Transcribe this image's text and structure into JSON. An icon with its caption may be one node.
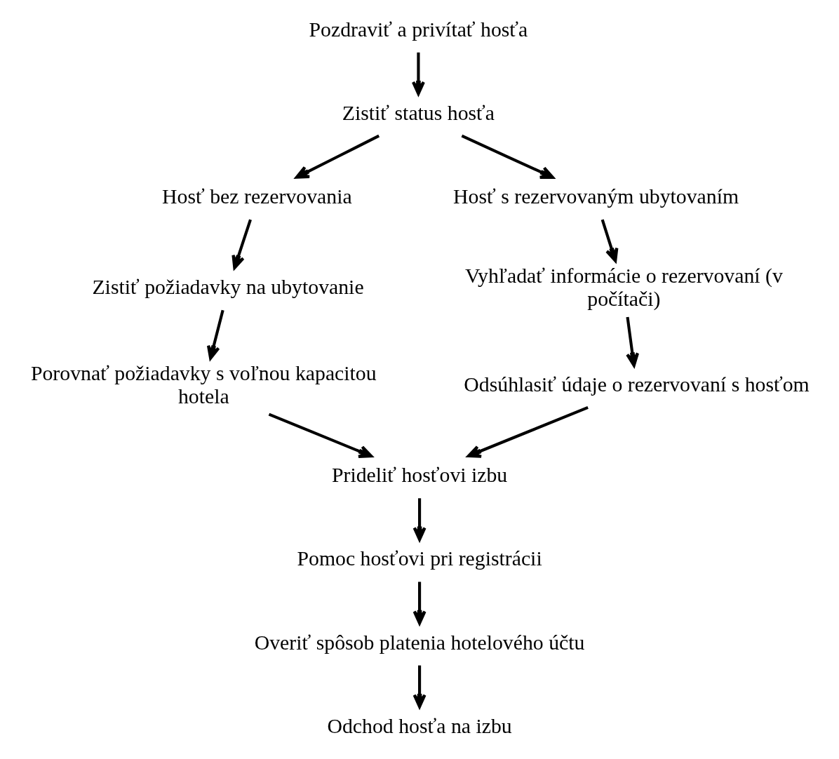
{
  "diagram": {
    "nodes": [
      {
        "text": [
          "Pozdraviť a privítať hosťa"
        ]
      },
      {
        "text": [
          "Zistiť status hosťa"
        ]
      },
      {
        "text": [
          "Hosť bez rezervovania"
        ]
      },
      {
        "text": [
          "Hosť s rezervovaným ubytovaním"
        ]
      },
      {
        "text": [
          "Zistiť požiadavky na ubytovanie"
        ]
      },
      {
        "text": [
          "Vyhľadať informácie o rezervovaní (v počítači)"
        ]
      },
      {
        "text": [
          "Porovnať požiadavky s voľnou kapacitou hotela"
        ]
      },
      {
        "text": [
          "Odsúhlasiť údaje o rezervovaní s hosťom"
        ]
      },
      {
        "text": [
          "Prideliť hosťovi izbu"
        ]
      },
      {
        "text": [
          "Pomoc hosťovi pri registrácii"
        ]
      },
      {
        "text": [
          "Overiť spôsob platenia hotelového účtu"
        ]
      },
      {
        "text": [
          "Odchod hosťa na izbu"
        ]
      }
    ],
    "edges": [
      {
        "from": 0,
        "to": 1,
        "arrow": "to"
      },
      {
        "from": 1,
        "to": 2,
        "arrow": "to"
      },
      {
        "from": 1,
        "to": 3,
        "arrow": "to"
      },
      {
        "from": 2,
        "to": 4,
        "arrow": "to"
      },
      {
        "from": 3,
        "to": 5,
        "arrow": "to"
      },
      {
        "from": 4,
        "to": 6,
        "arrow": "to"
      },
      {
        "from": 5,
        "to": 7,
        "arrow": "to"
      },
      {
        "from": 6,
        "to": 8,
        "arrow": "to"
      },
      {
        "from": 7,
        "to": 8,
        "arrow": "to"
      },
      {
        "from": 8,
        "to": 9,
        "arrow": "to"
      },
      {
        "from": 9,
        "to": 10,
        "arrow": "to"
      },
      {
        "from": 10,
        "to": 11,
        "arrow": "to"
      }
    ]
  }
}
